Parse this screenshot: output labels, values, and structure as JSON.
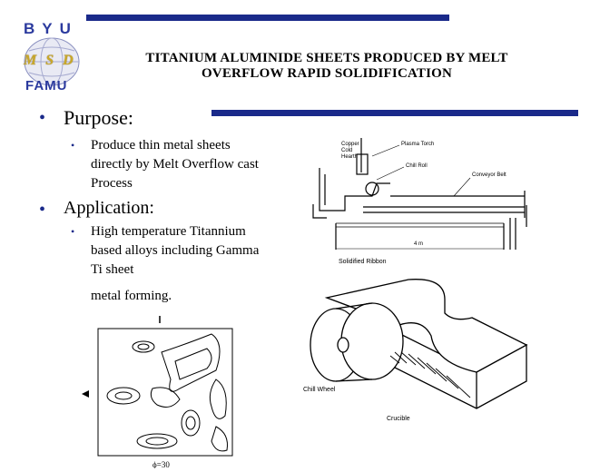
{
  "logo": {
    "top": "BYU",
    "middle": "MSD",
    "bottom": "FAMU"
  },
  "title": {
    "line1": "TITANIUM ALUMINIDE SHEETS PRODUCED BY MELT",
    "line2": "OVERFLOW RAPID SOLIDIFICATION"
  },
  "purpose": {
    "heading": "Purpose:",
    "item": "Produce thin metal sheets directly by Melt Overflow cast Process"
  },
  "application": {
    "heading": "Application:",
    "item": "High temperature Titannium based alloys including Gamma Ti sheet",
    "item_tail": "metal forming."
  },
  "diagram_labels": {
    "hearth": [
      "Copper",
      "Cold",
      "Hearth"
    ],
    "plasma_torch": "Plasma Torch",
    "chill_roll": "Chill Roll",
    "conveyor_belt": "Conveyor Belt",
    "length": "4 m",
    "solidified_ribbon": "Solidified Ribbon",
    "chill_wheel": "Chill Wheel",
    "crucible": "Crucible"
  },
  "contour_plot": {
    "label": "ϕ=30"
  },
  "colors": {
    "accent_bar": "#1a2a8a",
    "logo_blue": "#2b3a9e",
    "logo_gold": "#c9a82a"
  }
}
